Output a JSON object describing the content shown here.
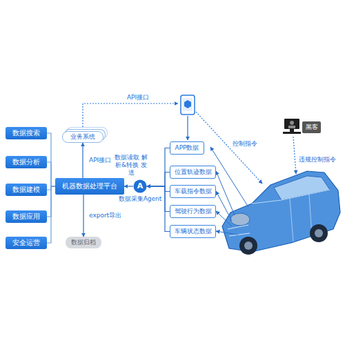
{
  "diagram": {
    "nodes": [
      {
        "text": [
          "数据搜索"
        ]
      },
      {
        "text": [
          "数据分析"
        ]
      },
      {
        "text": [
          "数据建模"
        ]
      },
      {
        "text": [
          "数据应用"
        ]
      },
      {
        "text": [
          "安全运营"
        ]
      },
      {
        "text": [
          "业务系统"
        ]
      },
      {
        "text": [
          "机器数据处理平台"
        ]
      },
      {
        "text": [
          "数据归档"
        ]
      },
      {
        "text": [
          "A",
          "数据采集Agent"
        ]
      },
      {
        "text": [
          "APP数据"
        ]
      },
      {
        "text": [
          "位置轨迹数据"
        ]
      },
      {
        "text": [
          "车载指令数据"
        ]
      },
      {
        "text": [
          "驾驶行为数据"
        ]
      },
      {
        "text": [
          "车辆状态数据"
        ]
      },
      {
        "text": [
          "黑客"
        ]
      }
    ],
    "edges": [
      {
        "from": 0,
        "to": 6,
        "arrow": "none"
      },
      {
        "from": 1,
        "to": 6,
        "arrow": "none"
      },
      {
        "from": 2,
        "to": 6,
        "arrow": "none"
      },
      {
        "from": 3,
        "to": 6,
        "arrow": "none"
      },
      {
        "from": 4,
        "to": 6,
        "arrow": "none"
      },
      {
        "from": 6,
        "to": 5,
        "label": "API接口",
        "arrow": "to"
      },
      {
        "from": 6,
        "to": 7,
        "label": "export导出",
        "arrow": "to"
      },
      {
        "from": 8,
        "to": 6,
        "label": "数据读取 解析&转换 发送",
        "arrow": "to"
      },
      {
        "from": 9,
        "to": 8,
        "arrow": "to"
      },
      {
        "from": 10,
        "to": 8,
        "arrow": "to"
      },
      {
        "from": 11,
        "to": 8,
        "arrow": "to"
      },
      {
        "from": 12,
        "to": 8,
        "arrow": "to"
      },
      {
        "from": 13,
        "to": 8,
        "arrow": "to"
      }
    ],
    "labels": [
      "API接口",
      "控制指令",
      "违规控制指令"
    ]
  }
}
